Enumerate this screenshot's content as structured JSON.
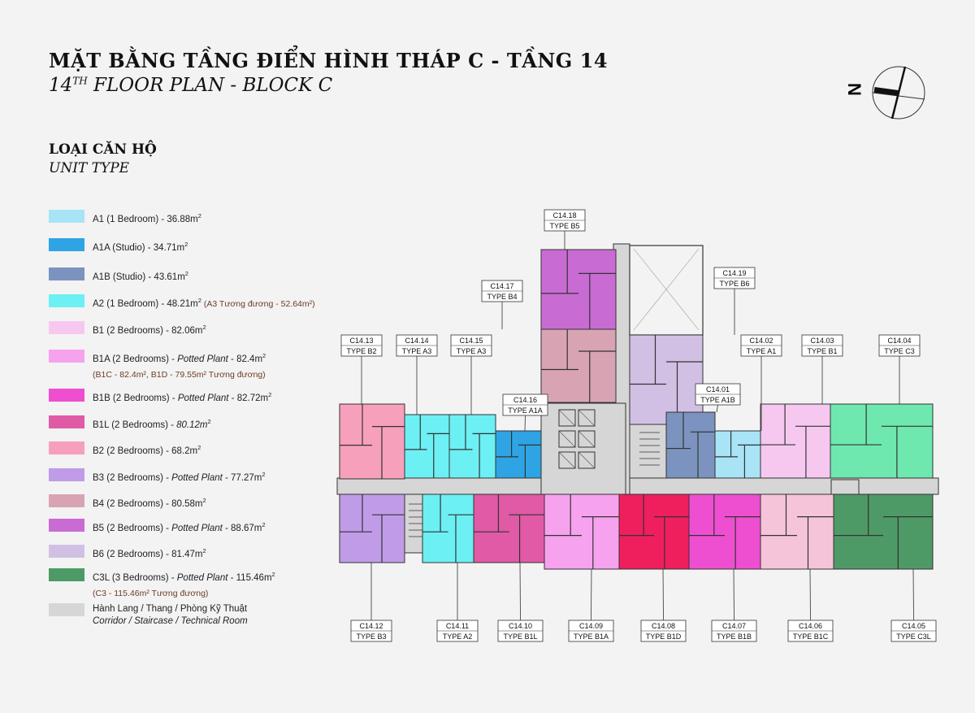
{
  "header": {
    "title_vi": "MẶT BẰNG TẦNG ĐIỂN HÌNH THÁP C - TẦNG 14",
    "title_en_prefix": "14",
    "title_en_sup": "TH",
    "title_en_rest": " FLOOR PLAN - BLOCK C"
  },
  "compass": {
    "north_letter": "N"
  },
  "legend": {
    "heading_vi": "LOẠI CĂN HỘ",
    "heading_en": "UNIT TYPE",
    "items": [
      {
        "color": "#a8e4f6",
        "label": "A1 (1 Bedroom) - 36.88m",
        "sup": "2"
      },
      {
        "color": "#2ea4e4",
        "label": "A1A (Studio) - 34.71m",
        "sup": "2"
      },
      {
        "color": "#7b93be",
        "label": "A1B (Studio) - 43.61m",
        "sup": "2"
      },
      {
        "color": "#6cf0f4",
        "label": "A2 (1 Bedroom) - 48.21m",
        "sup": "2",
        "inline_sub": "(A3 Tương đương - 52.64m²)"
      },
      {
        "color": "#f6c8f0",
        "label": "B1 (2 Bedrooms) - 82.06m",
        "sup": "2"
      },
      {
        "color": "#f7a2ee",
        "label": "B1A (2 Bedrooms) - ",
        "italic": "Potted Plant",
        "label_after": " - 82.4m",
        "sup": "2",
        "sub": "(B1C - 82.4m², B1D - 79.55m² Tương đương)"
      },
      {
        "color": "#ee4fd0",
        "label": "B1B (2 Bedrooms) - ",
        "italic": "Potted Plant",
        "label_after": " - 82.72m",
        "sup": "2"
      },
      {
        "color": "#e05aa6",
        "label": "B1L (2 Bedrooms) - ",
        "italic": "80.12m",
        "sup": "2"
      },
      {
        "color": "#f7a0bc",
        "label": "B2 (2 Bedrooms) - 68.2m",
        "sup": "2"
      },
      {
        "color": "#c09ce8",
        "label": "B3 (2 Bedrooms) - ",
        "italic": "Potted Plant",
        "label_after": " - 77.27m",
        "sup": "2"
      },
      {
        "color": "#d8a4b4",
        "label": "B4 (2 Bedrooms) - 80.58m",
        "sup": "2"
      },
      {
        "color": "#c86cd4",
        "label": "B5 (2 Bedrooms) - ",
        "italic": "Potted Plant",
        "label_after": " - 88.67m",
        "sup": "2"
      },
      {
        "color": "#d2c0e4",
        "label": "B6 (2 Bedrooms) - 81.47m",
        "sup": "2"
      },
      {
        "color": "#4e9a66",
        "label": "C3L (3 Bedrooms) - ",
        "italic": "Potted Plant",
        "label_after": " - 115.46m",
        "sup": "2",
        "sub": "(C3 - 115.46m² Tương đương)"
      },
      {
        "color": "#d6d6d6",
        "label": "Hành Lang / Thang / Phòng Kỹ Thuật",
        "en": "Corridor / Staircase / Technical Room"
      }
    ]
  },
  "units": [
    {
      "code": "C14.18",
      "type": "TYPE B5"
    },
    {
      "code": "C14.17",
      "type": "TYPE B4"
    },
    {
      "code": "C14.19",
      "type": "TYPE B6"
    },
    {
      "code": "C14.13",
      "type": "TYPE B2"
    },
    {
      "code": "C14.14",
      "type": "TYPE A3"
    },
    {
      "code": "C14.15",
      "type": "TYPE A3"
    },
    {
      "code": "C14.16",
      "type": "TYPE A1A"
    },
    {
      "code": "C14.01",
      "type": "TYPE A1B"
    },
    {
      "code": "C14.02",
      "type": "TYPE A1"
    },
    {
      "code": "C14.03",
      "type": "TYPE B1"
    },
    {
      "code": "C14.04",
      "type": "TYPE C3"
    },
    {
      "code": "C14.12",
      "type": "TYPE B3"
    },
    {
      "code": "C14.11",
      "type": "TYPE A2"
    },
    {
      "code": "C14.10",
      "type": "TYPE B1L"
    },
    {
      "code": "C14.09",
      "type": "TYPE B1A"
    },
    {
      "code": "C14.08",
      "type": "TYPE B1D"
    },
    {
      "code": "C14.07",
      "type": "TYPE B1B"
    },
    {
      "code": "C14.06",
      "type": "TYPE B1C"
    },
    {
      "code": "C14.05",
      "type": "TYPE C3L"
    }
  ]
}
